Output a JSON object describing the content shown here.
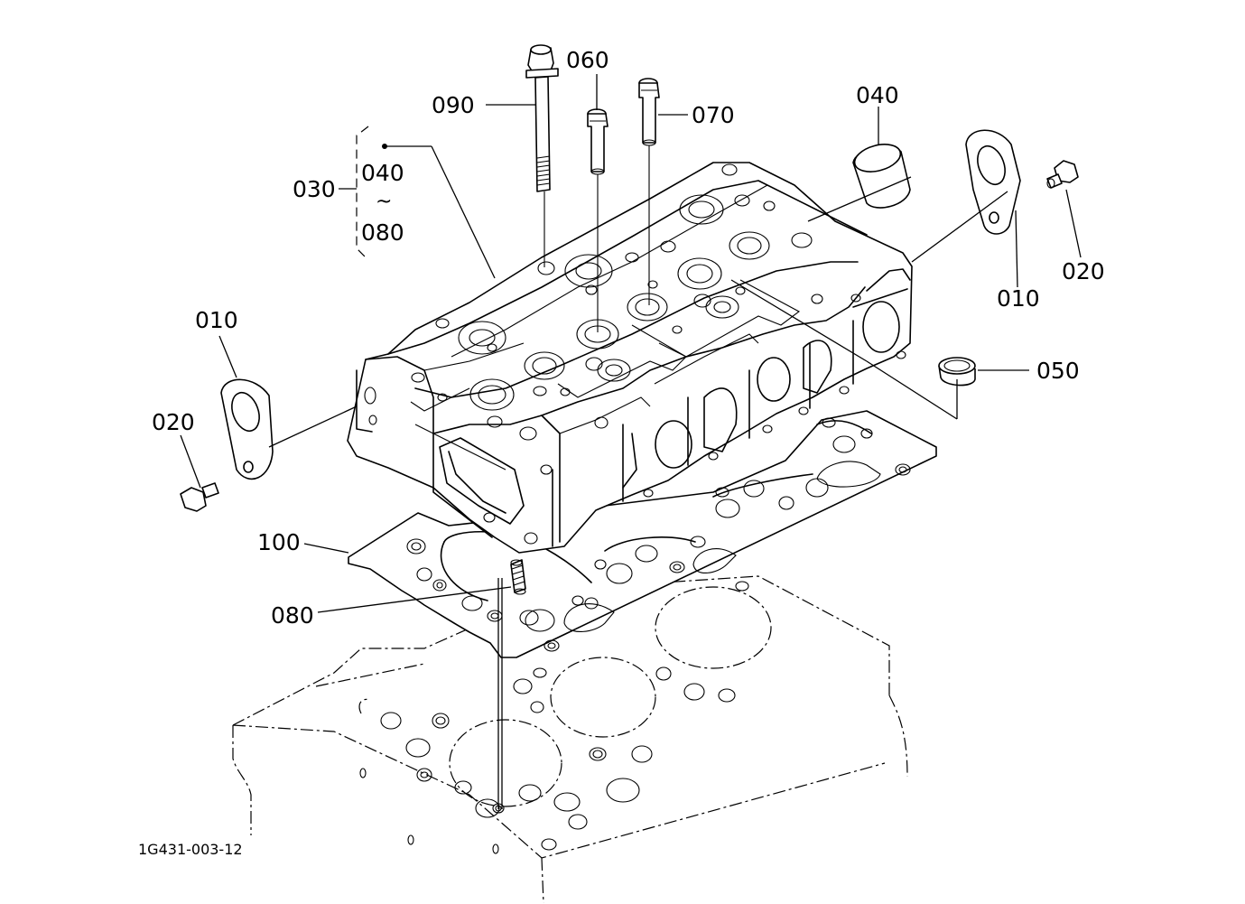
{
  "drawing_code": "1G431-003-12",
  "callouts": {
    "c090": "090",
    "c060": "060",
    "c070": "070",
    "c040_top": "040",
    "c030": "030",
    "c030_from": "040",
    "c030_sep": "~",
    "c030_to": "080",
    "c010_left": "010",
    "c020_left": "020",
    "c010_right": "010",
    "c020_right": "020",
    "c050": "050",
    "c100": "100",
    "c080": "080"
  }
}
